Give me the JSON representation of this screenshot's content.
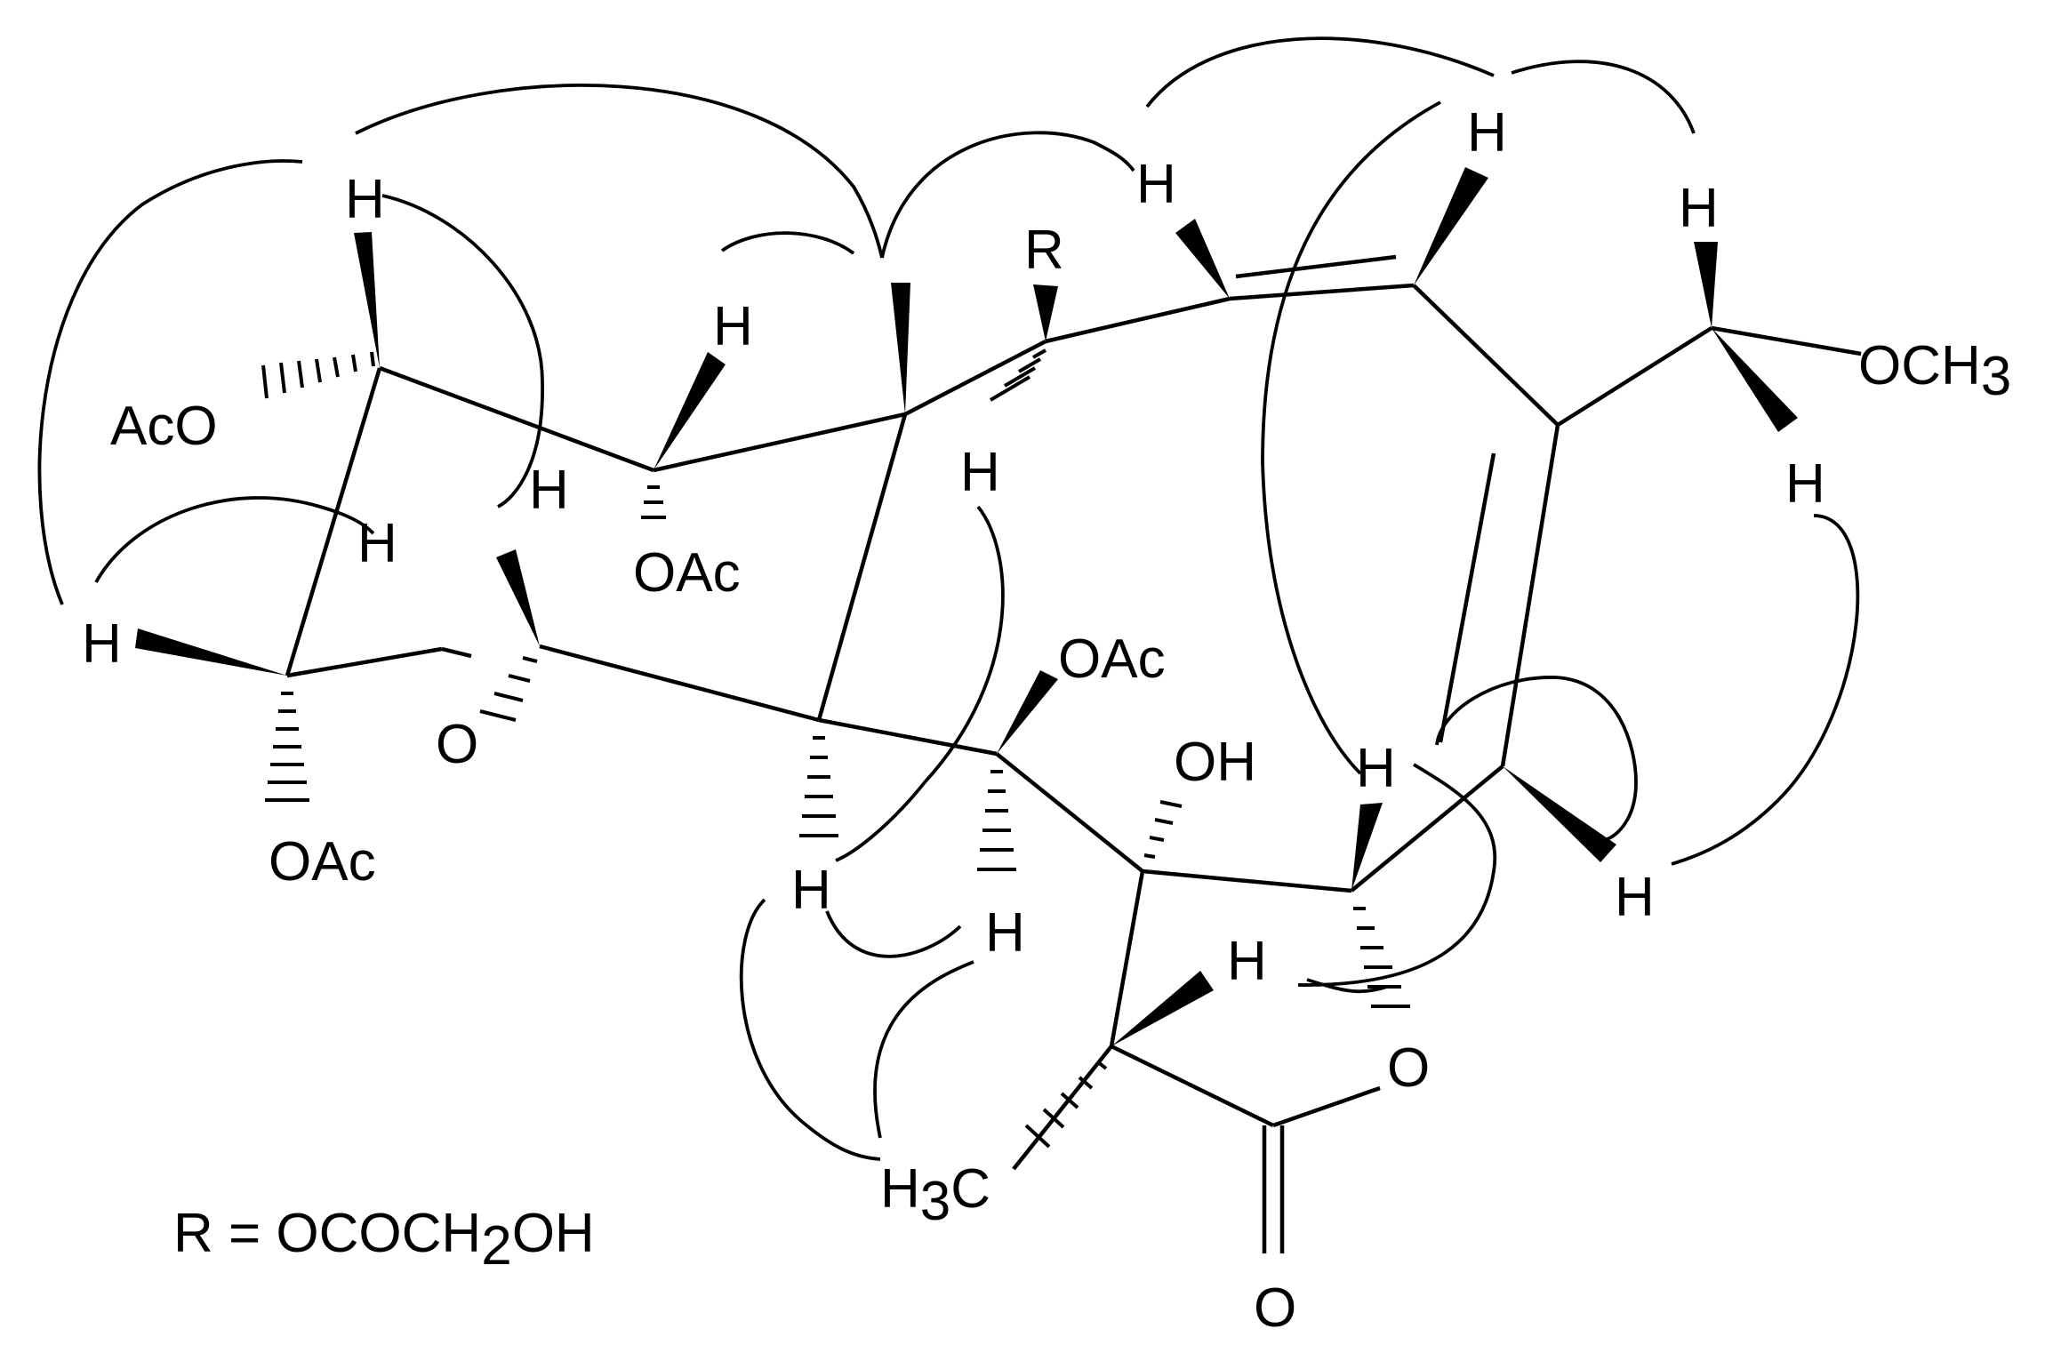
{
  "diagram": {
    "type": "chemical-structure-noesy",
    "atom_labels": {
      "h_top_left": "H",
      "aco_left": "AcO",
      "h_epoxide_upper": "H",
      "h_epoxide_left": "H",
      "h_far_left": "H",
      "o_epoxide": "O",
      "oac_lower_left": "OAc",
      "h_ring_mid": "H",
      "oac_ring_mid": "OAc",
      "r_top": "R",
      "h_below_r": "H",
      "h_olefin_left": "H",
      "h_olefin_right": "H",
      "h_methylene_top": "H",
      "och3": "OCH",
      "och3_sub": "3",
      "h_methylene_bottom": "H",
      "oac_center": "OAc",
      "oh_center": "OH",
      "h_lactone": "H",
      "h_lower_left": "H",
      "h_below_oac": "H",
      "h_methine": "H",
      "h_vinyl": "H",
      "o_lactone": "O",
      "h3c": "H",
      "h3c_sub": "3",
      "h3c_c": "C",
      "o_carbonyl": "O"
    },
    "legend": {
      "main": "R = OCOCH",
      "sub": "2",
      "tail": "OH"
    }
  }
}
